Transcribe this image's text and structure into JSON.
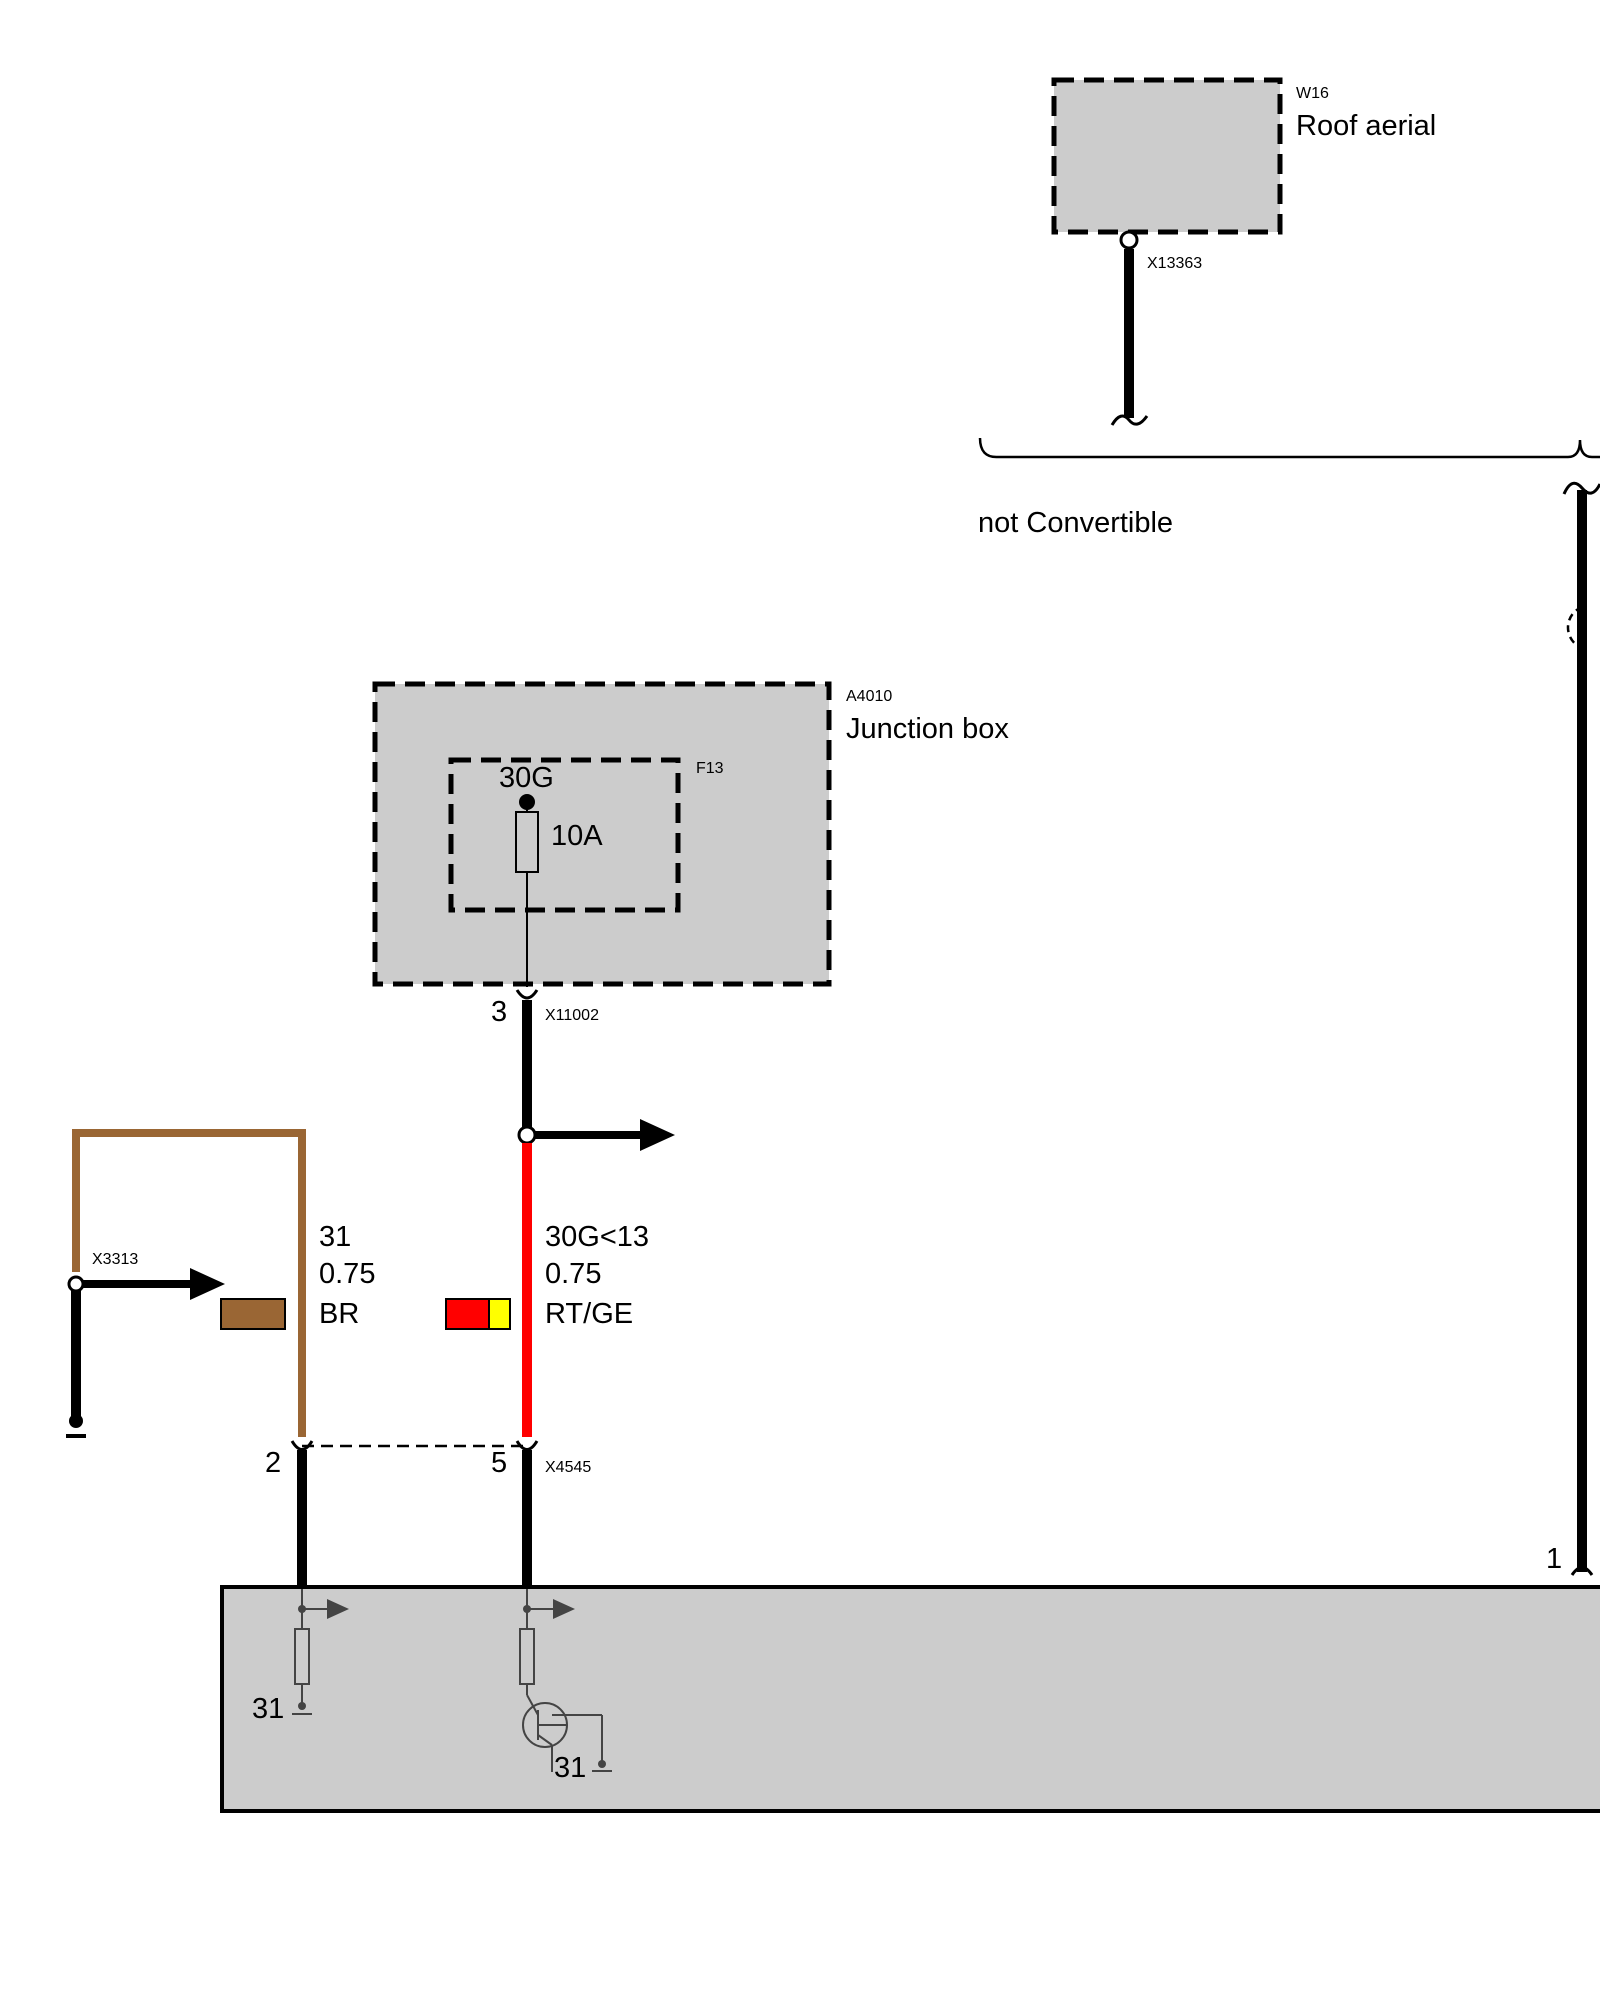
{
  "components": {
    "roof_aerial": {
      "id": "W16",
      "name": "Roof aerial"
    },
    "junction_box": {
      "id": "A4010",
      "name": "Junction box"
    },
    "fuse": {
      "id": "F13",
      "terminal": "30G",
      "rating": "10A"
    }
  },
  "connectors": {
    "antenna": "X13363",
    "junction_out": "X11002",
    "ground_point": "X3313",
    "module": "X4545"
  },
  "pins": {
    "junction_out": "3",
    "module_brown": "2",
    "module_red": "5",
    "module_right": "1"
  },
  "variant_note": "not Convertible",
  "wires": {
    "brown": {
      "signal": "31",
      "cross_section": "0.75",
      "color_code": "BR",
      "colors": [
        "#9a6634"
      ]
    },
    "red": {
      "signal": "30G<13",
      "cross_section": "0.75",
      "color_code": "RT/GE",
      "colors": [
        "#ff0000",
        "#ffff00"
      ]
    }
  },
  "ground_labels": {
    "left": "31",
    "transistor": "31"
  },
  "colors": {
    "box_fill": "#cccccc",
    "wire_black": "#000000",
    "wire_brown": "#9a6634",
    "wire_red": "#ff0000",
    "arrow": "#444444"
  }
}
